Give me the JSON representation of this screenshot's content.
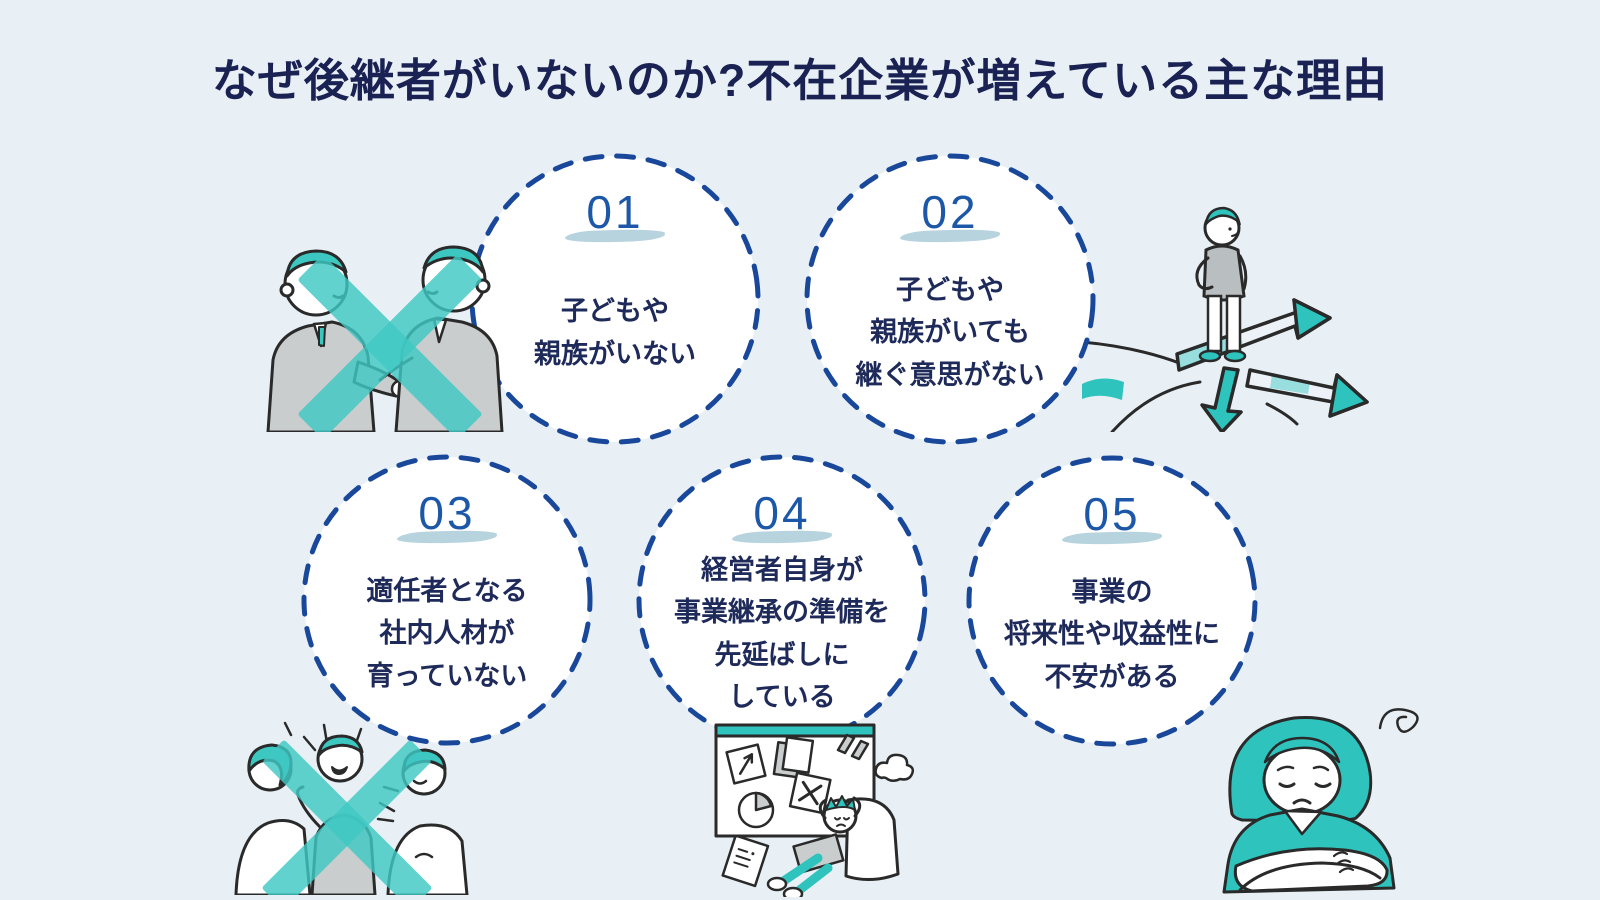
{
  "title": "なぜ後継者がいないのか?不在企業が増えている主な理由",
  "colors": {
    "background": "#e8f0f5",
    "circle_fill": "#ffffff",
    "dashed_border": "#19489b",
    "number_blue": "#1d58a8",
    "brush_underline": "#b7d3de",
    "text_navy": "#1e2a5a",
    "title_navy": "#1a2153",
    "accent_teal": "#3cc7c1",
    "suit_gray": "#c9cdcd"
  },
  "reasons": [
    {
      "number": "01",
      "text": "子どもや\n親族がいない"
    },
    {
      "number": "02",
      "text": "子どもや\n親族がいても\n継ぐ意思がない"
    },
    {
      "number": "03",
      "text": "適任者となる\n社内人材が\n育っていない"
    },
    {
      "number": "04",
      "text": "経営者自身が\n事業継承の準備を\n先延ばしに\nしている"
    },
    {
      "number": "05",
      "text": "事業の\n将来性や収益性に\n不安がある"
    }
  ],
  "illustrations": [
    {
      "name": "businessmen-crossed-out-icon"
    },
    {
      "name": "person-at-crossroads-arrows-icon"
    },
    {
      "name": "talking-group-crossed-out-icon"
    },
    {
      "name": "stressed-manager-procrastinating-icon"
    },
    {
      "name": "worried-woman-crossed-arms-icon"
    }
  ]
}
